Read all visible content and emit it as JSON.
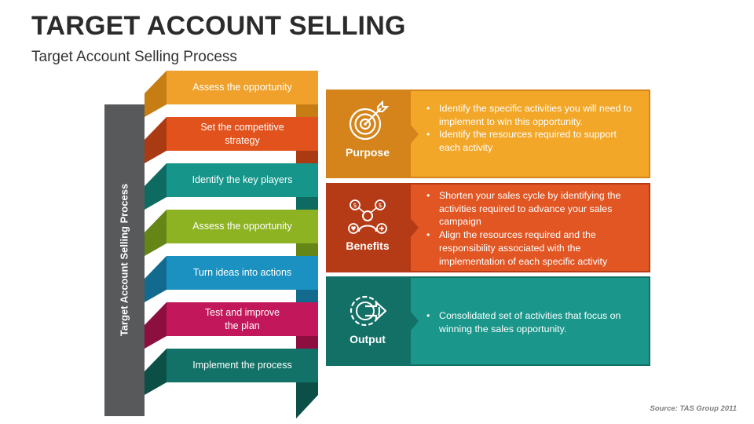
{
  "title": "TARGET ACCOUNT SELLING",
  "subtitle": "Target Account Selling Process",
  "sidebar_label": "Target Account Selling Process",
  "steps": [
    {
      "label": "Assess the opportunity",
      "color": "#f0a12b",
      "dark": "#c57d14"
    },
    {
      "label": "Set the competitive\nstrategy",
      "color": "#e1521d",
      "dark": "#a93a11"
    },
    {
      "label": "Identify the key players",
      "color": "#16968a",
      "dark": "#0e6b62"
    },
    {
      "label": "Assess the opportunity",
      "color": "#8db323",
      "dark": "#658516"
    },
    {
      "label": "Turn ideas into actions",
      "color": "#1b91c1",
      "dark": "#126a8e"
    },
    {
      "label": "Test and improve\nthe plan",
      "color": "#c2185b",
      "dark": "#8c0f40"
    },
    {
      "label": "Implement the process",
      "color": "#127267",
      "dark": "#0b4f47"
    }
  ],
  "panels": [
    {
      "label": "Purpose",
      "icon": "target-icon",
      "light": "#f2a729",
      "dark": "#d4841a",
      "bullets": [
        "Identify the specific activities you will need to implement to win this opportunity.",
        "Identify the resources required to support each activity"
      ]
    },
    {
      "label": "Benefits",
      "icon": "team-benefits-icon",
      "light": "#e15623",
      "dark": "#b53b16",
      "bullets": [
        "Shorten your sales cycle by identifying the activities required to advance your sales campaign",
        "Align the resources required and the responsibility associated with the implementation of each specific activity"
      ]
    },
    {
      "label": "Output",
      "icon": "gear-arrow-icon",
      "light": "#1a968b",
      "dark": "#137067",
      "bullets": [
        "Consolidated set of activities that focus on winning the sales opportunity."
      ]
    }
  ],
  "source": "Source: TAS Group 2011"
}
